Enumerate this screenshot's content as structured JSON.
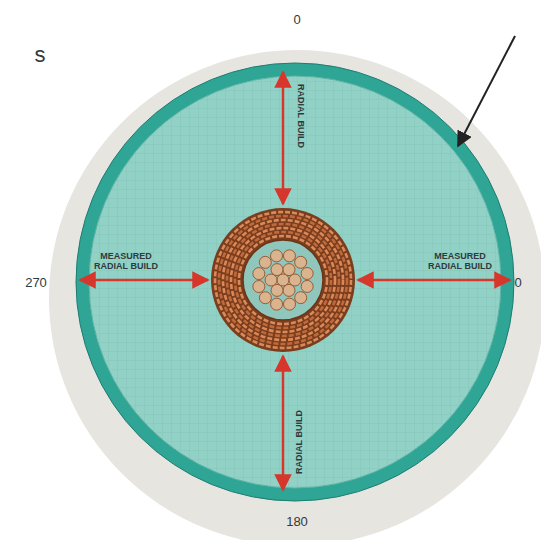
{
  "diagram": {
    "labels": [
      "s",
      "0",
      "RADIAL BUILD",
      "MEASURED RADIAL BUILD",
      "270",
      "MEASURED RADIAL BUILD",
      "0",
      "RADIAL BUILD",
      "180"
    ]
  }
}
